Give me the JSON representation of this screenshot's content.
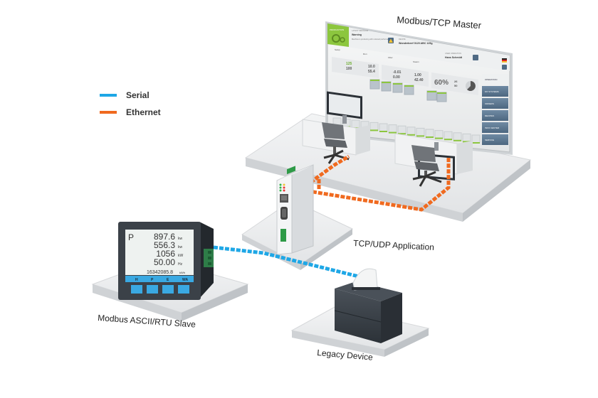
{
  "legend": {
    "items": [
      {
        "label": "Serial",
        "color": "#1ea7e6"
      },
      {
        "label": "Ethernet",
        "color": "#f06a1f"
      }
    ]
  },
  "nodes": {
    "master": {
      "label": "Modbus/TCP Master"
    },
    "gateway": {
      "label": "TCP/UDP Application"
    },
    "slave": {
      "label": "Modbus ASCII/RTU Slave"
    },
    "legacy": {
      "label": "Legacy Device"
    }
  },
  "hmi_screen": {
    "mode_tile": "PRODUCTION",
    "status_heading": "LATEST MESSAGE",
    "status_title": "Warning",
    "status_text": "Machine is producing with reduced performance",
    "recipe_heading": "RECIPE",
    "recipe_value": "Wonderbeef 0120 ABC 125g",
    "tabs": [
      "Setup",
      "Run",
      "Filter",
      "Steam"
    ],
    "operator_label": "USER OPERATION",
    "operator_name": "Hans Schmidt",
    "speed_values": [
      "125",
      "100",
      "10.0",
      "55.4"
    ],
    "pressure_values": [
      "-0.01",
      "0.00",
      "1.00",
      "42.40"
    ],
    "percent": "60%",
    "small_values": [
      "26",
      "50"
    ],
    "menu": [
      "OPERATION",
      "MY SYSTEMS",
      "ORDERS",
      "RECIPES",
      "INFO CENTER",
      "SERVICE"
    ]
  },
  "meter": {
    "mode": "P",
    "readings": [
      {
        "value": "897.6",
        "unit": "kw"
      },
      {
        "value": "556.3",
        "unit": "kw"
      },
      {
        "value": "1056",
        "unit": "kW"
      },
      {
        "value": "50.00",
        "unit": "Hz"
      }
    ],
    "energy": "16342085.8",
    "energy_unit": "kWh",
    "keys": [
      "H",
      "P",
      "E",
      "WA"
    ]
  },
  "colors": {
    "serial": "#1ea7e6",
    "ethernet": "#f06a1f",
    "hmi_green": "#8cc63e",
    "device_dark": "#3b4148",
    "platform": "#e9eaeb"
  }
}
